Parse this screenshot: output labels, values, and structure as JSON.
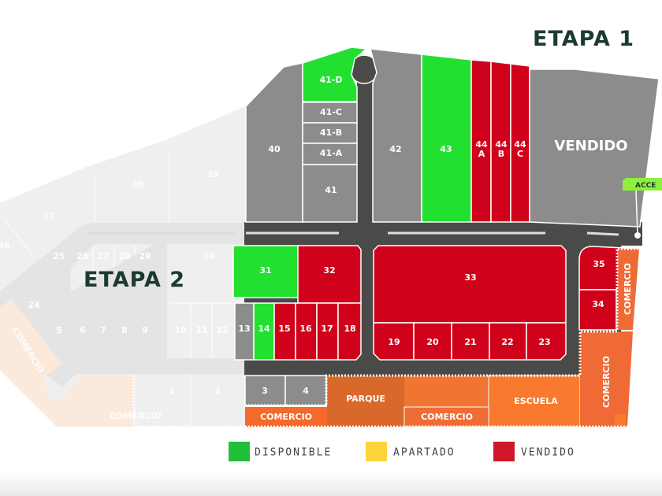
{
  "titles": {
    "etapa1": "ETAPA 1",
    "etapa2": "ETAPA 2",
    "vendido_block": "VENDIDO",
    "acceso": "ACCE"
  },
  "colors": {
    "disponible": "#22e030",
    "apartado": "#ffd43b",
    "vendido": "#d0021b",
    "sold_gray": "#8c8c8c",
    "road": "#4a4a48",
    "etapa2": "#efefef",
    "orange": "#f07030"
  },
  "legend": [
    {
      "label": "DISPONIBLE",
      "color": "#22c03a"
    },
    {
      "label": "APARTADO",
      "color": "#ffd43b"
    },
    {
      "label": "VENDIDO",
      "color": "#d0182a"
    }
  ],
  "lots": {
    "l40": {
      "label": "40",
      "status": "gray"
    },
    "l41d": {
      "label": "41-D",
      "status": "disponible"
    },
    "l41c": {
      "label": "41-C",
      "status": "gray"
    },
    "l41b": {
      "label": "41-B",
      "status": "gray"
    },
    "l41a": {
      "label": "41-A",
      "status": "gray"
    },
    "l41": {
      "label": "41",
      "status": "gray"
    },
    "l42": {
      "label": "42",
      "status": "gray"
    },
    "l43": {
      "label": "43",
      "status": "disponible"
    },
    "l44a": {
      "label": "44",
      "sub": "A",
      "status": "vendido"
    },
    "l44b": {
      "label": "44",
      "sub": "B",
      "status": "vendido"
    },
    "l44c": {
      "label": "44",
      "sub": "C",
      "status": "vendido"
    },
    "lvend": {
      "label": "VENDIDO",
      "status": "gray"
    },
    "l31": {
      "label": "31",
      "status": "disponible"
    },
    "l32": {
      "label": "32",
      "status": "vendido"
    },
    "l13": {
      "label": "13",
      "status": "gray"
    },
    "l14": {
      "label": "14",
      "status": "disponible"
    },
    "l15": {
      "label": "15",
      "status": "vendido"
    },
    "l16": {
      "label": "16",
      "status": "vendido"
    },
    "l17": {
      "label": "17",
      "status": "vendido"
    },
    "l18": {
      "label": "18",
      "status": "vendido"
    },
    "l33": {
      "label": "33",
      "status": "vendido"
    },
    "l19": {
      "label": "19",
      "status": "vendido"
    },
    "l20": {
      "label": "20",
      "status": "vendido"
    },
    "l21": {
      "label": "21",
      "status": "vendido"
    },
    "l22": {
      "label": "22",
      "status": "vendido"
    },
    "l23": {
      "label": "23",
      "status": "vendido"
    },
    "l35": {
      "label": "35",
      "status": "vendido"
    },
    "l34": {
      "label": "34",
      "status": "vendido"
    },
    "l3": {
      "label": "3",
      "status": "gray"
    },
    "l4": {
      "label": "4",
      "status": "gray"
    }
  },
  "etapa2_lots": [
    "36",
    "37",
    "38",
    "39",
    "24",
    "25",
    "26",
    "27",
    "28",
    "29",
    "30",
    "5",
    "6",
    "7",
    "8",
    "9",
    "10",
    "11",
    "12",
    "1",
    "2"
  ],
  "areas": {
    "parque": "PARQUE",
    "escuela": "ESCUELA",
    "comercio": "COMERCIO"
  }
}
